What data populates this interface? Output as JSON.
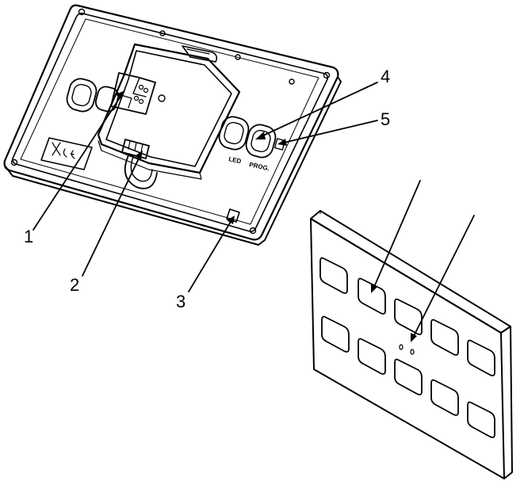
{
  "callouts": [
    {
      "id": "1",
      "label": "1"
    },
    {
      "id": "2",
      "label": "2"
    },
    {
      "id": "3",
      "label": "3"
    },
    {
      "id": "4",
      "label": "4"
    },
    {
      "id": "5",
      "label": "5"
    }
  ],
  "device_labels": {
    "led": "LED",
    "prog": "PROG."
  },
  "front_panel": {
    "button_count": 10
  }
}
